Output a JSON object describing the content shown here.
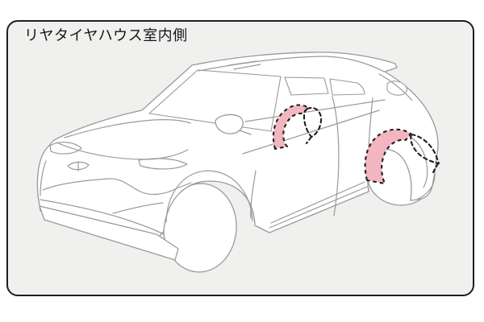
{
  "panel": {
    "title": "リヤタイヤハウス室内側"
  },
  "illustration": {
    "subject": "compact-crossover-suv-line-drawing-front-left-three-quarter-view",
    "highlights": [
      {
        "name": "rear-tire-house-inner-far-side",
        "color": "#f3b6c0",
        "outline": "dashed"
      },
      {
        "name": "rear-tire-house-inner-near-side",
        "color": "#f3b6c0",
        "outline": "dashed"
      }
    ]
  },
  "colors": {
    "page_bg": "#ffffff",
    "panel_bg": "#f0f0ef",
    "panel_border": "#1f1f1f",
    "line": "#9e9898",
    "body_fill": "#ffffff",
    "highlight": "#f3b6c0",
    "dash": "#1f1f1f",
    "text": "#161616"
  }
}
